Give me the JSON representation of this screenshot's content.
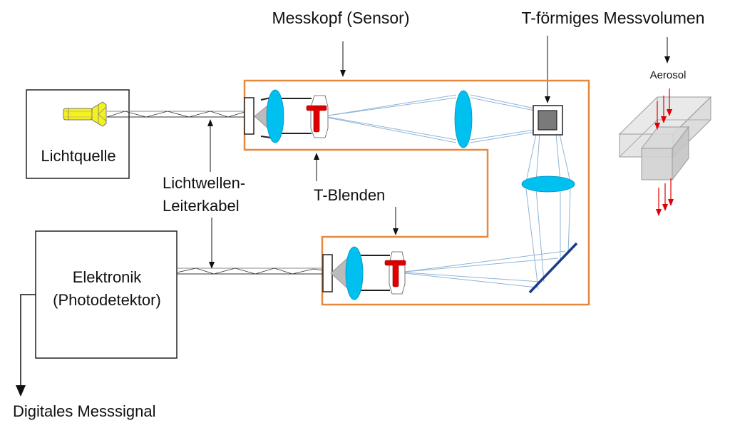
{
  "labels": {
    "sensor_head": "Messkopf (Sensor)",
    "t_volume": "T-förmiges Messvolumen",
    "aerosol": "Aerosol",
    "light_source": "Lichtquelle",
    "fiber_cable_line1": "Lichtwellen-",
    "fiber_cable_line2": "Leiterkabel",
    "t_apertures": "T-Blenden",
    "electronics_line1": "Elektronik",
    "electronics_line2": "(Photodetektor)",
    "digital_signal": "Digitales Messsignal",
    "aperture_glyph": "T"
  },
  "colors": {
    "sensor_border": "#e6893f",
    "lens": "#00c0f0",
    "beam": "#8fb4d6",
    "aperture_t": "#e00000",
    "mirror": "#1a3a8c",
    "lamp": "#f5f020",
    "aerosol_arrow": "#e00000"
  }
}
